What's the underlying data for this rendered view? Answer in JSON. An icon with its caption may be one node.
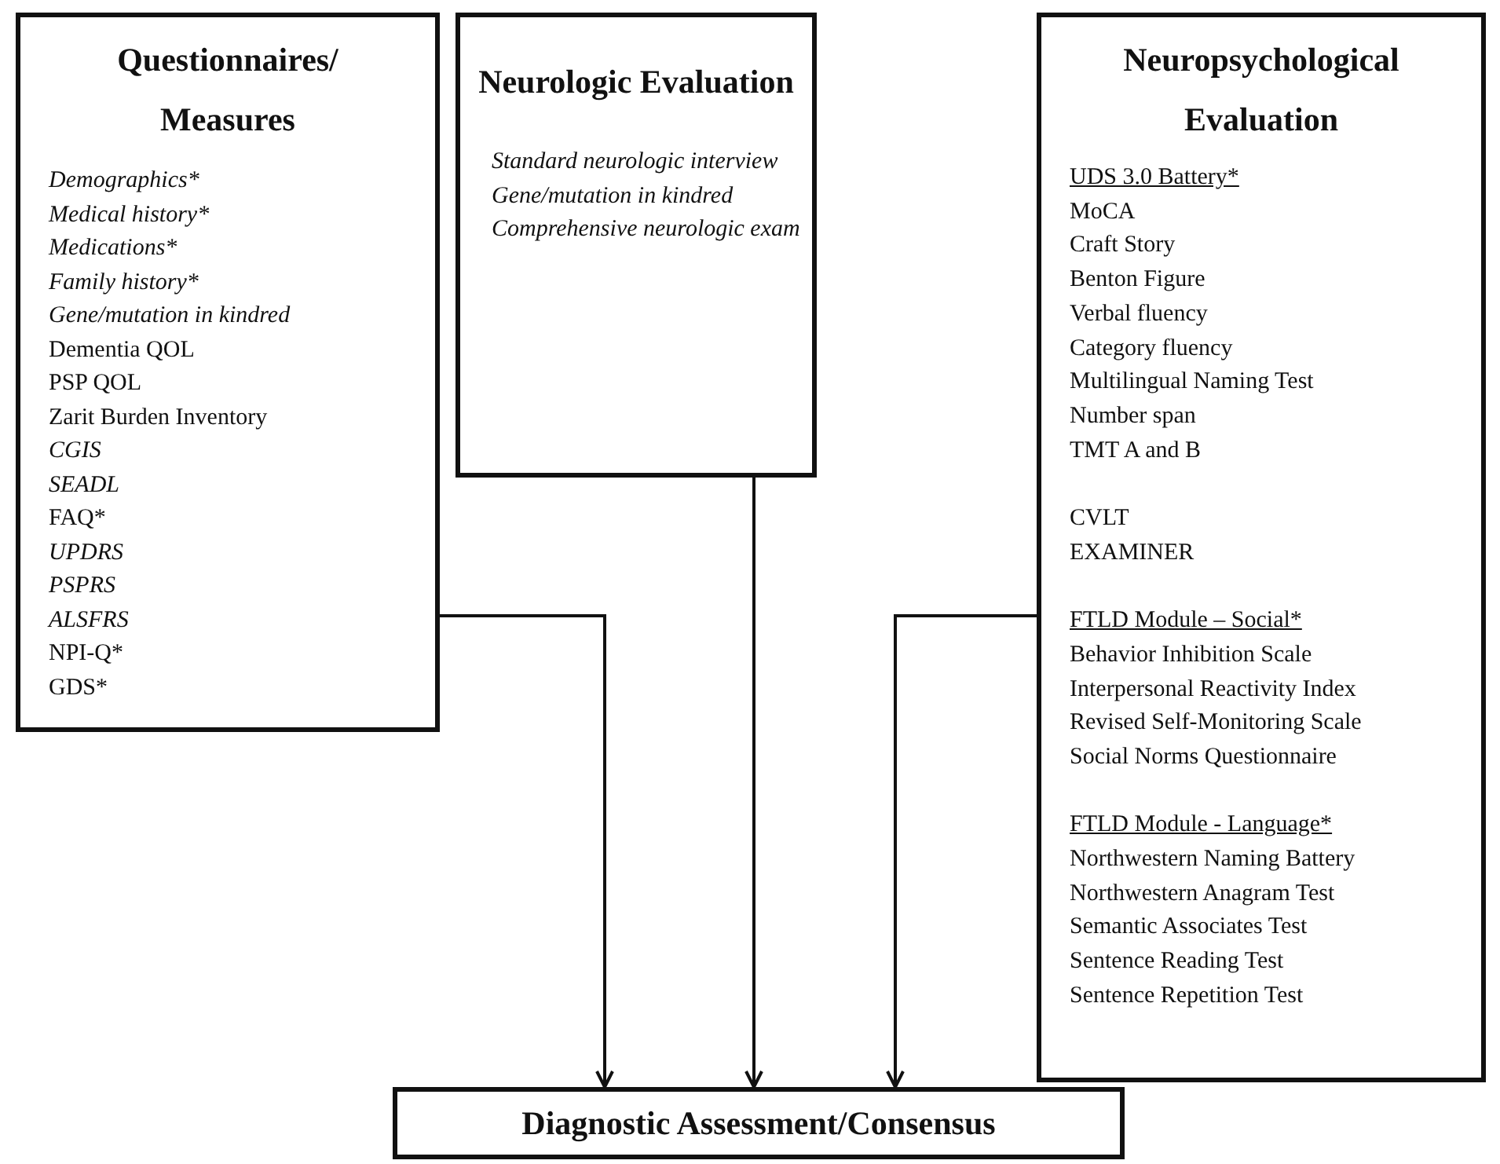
{
  "diagram": {
    "nodes": [
      {
        "text": [
          "Questionnaires/ Measures",
          "Demographics*",
          "Medical history*",
          "Medications*",
          "Family history*",
          "Gene/mutation in kindred",
          "Dementia  QOL",
          "PSP QOL",
          "Zarit Burden Inventory",
          "CGIS",
          "SEADL",
          "FAQ*",
          "UPDRS",
          "PSPRS",
          "ALSFRS",
          "NPI-Q*",
          "GDS*"
        ]
      },
      {
        "text": [
          "Neurologic Evaluation",
          "Standard neurologic interview",
          "Gene/mutation in kindred",
          "Comprehensive neurologic exam"
        ]
      },
      {
        "text": [
          "Neuropsychological Evaluation",
          "UDS 3.0 Battery*",
          "MoCA",
          "Craft Story",
          "Benton Figure",
          "Verbal fluency",
          "Category fluency",
          "Multilingual Naming Test",
          "Number span",
          "TMT A and B",
          "CVLT",
          "EXAMINER",
          "FTLD Module – Social*",
          "Behavior Inhibition Scale",
          "Interpersonal Reactivity Index",
          "Revised Self-Monitoring Scale",
          "Social Norms Questionnaire",
          "FTLD Module  - Language*",
          "Northwestern Naming Battery",
          "Northwestern Anagram Test",
          "Semantic Associates Test",
          "Sentence Reading Test",
          "Sentence Repetition Test"
        ]
      },
      {
        "text": [
          "Diagnostic Assessment/Consensus"
        ]
      }
    ],
    "edges": [
      {
        "from": 0,
        "to": 3,
        "arrow": "to"
      },
      {
        "from": 1,
        "to": 3,
        "arrow": "to"
      },
      {
        "from": 2,
        "to": 3,
        "arrow": "to"
      }
    ]
  }
}
